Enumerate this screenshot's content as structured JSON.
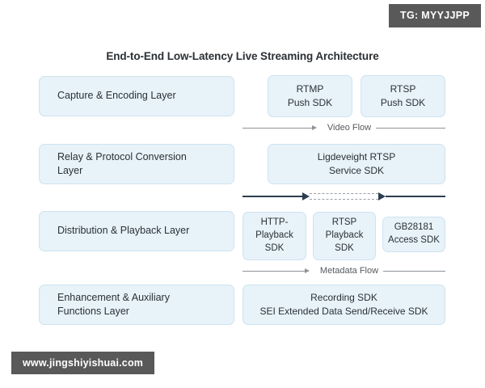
{
  "watermarks": {
    "telegram": "TG: MYYJJPP",
    "website": "www.jingshiyishuai.com"
  },
  "title": "End-to-End Low-Latency Live Streaming Architecture",
  "colors": {
    "box_fill": "#e7f2f9",
    "box_border": "#cfe3ef",
    "text": "#2b3136",
    "flow_line": "#8d9399",
    "connector_dark": "#2c3e50",
    "watermark_bg": "#595959"
  },
  "rows": [
    {
      "layer": "Capture & Encoding Layer",
      "modules": [
        {
          "line1": "RTMP",
          "line2": "Push SDK"
        },
        {
          "line1": "RTSP",
          "line2": "Push SDK"
        }
      ]
    },
    {
      "layer_line1": "Relay & Protocol Conversion",
      "layer_line2": "Layer",
      "modules": [
        {
          "line1": "Ligdeveight RTSP",
          "line2": "Service SDK"
        }
      ]
    },
    {
      "layer": "Distribution & Playback Layer",
      "modules": [
        {
          "line1": "HTTP-",
          "line2": "Playback",
          "line3": "SDK"
        },
        {
          "line1": "RTSP",
          "line2": "Playback",
          "line3": "SDK"
        },
        {
          "line1": "GB28181",
          "line2": "Access SDK"
        }
      ]
    },
    {
      "layer_line1": "Enhancement & Auxiliary",
      "layer_line2": "Functions Layer",
      "modules": [
        {
          "line1": "Recording SDK",
          "line2": "SEI Extended Data Send/Receive SDK"
        }
      ]
    }
  ],
  "flows": {
    "video": "Video Flow",
    "metadata": "Metadata Flow"
  }
}
